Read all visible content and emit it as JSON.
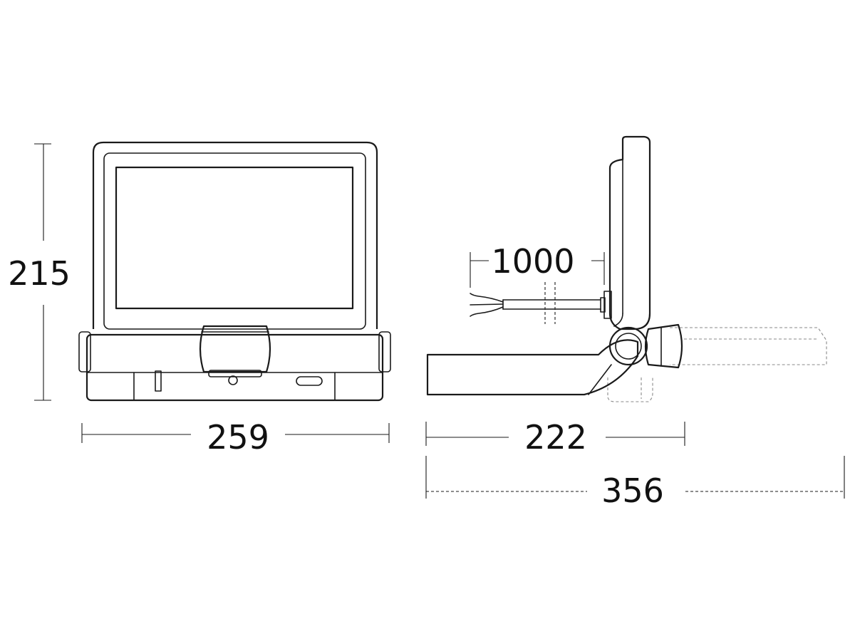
{
  "dimensions": {
    "height": "215",
    "front_width": "259",
    "side_depth": "222",
    "cable_length": "1000",
    "total_depth": "356"
  }
}
